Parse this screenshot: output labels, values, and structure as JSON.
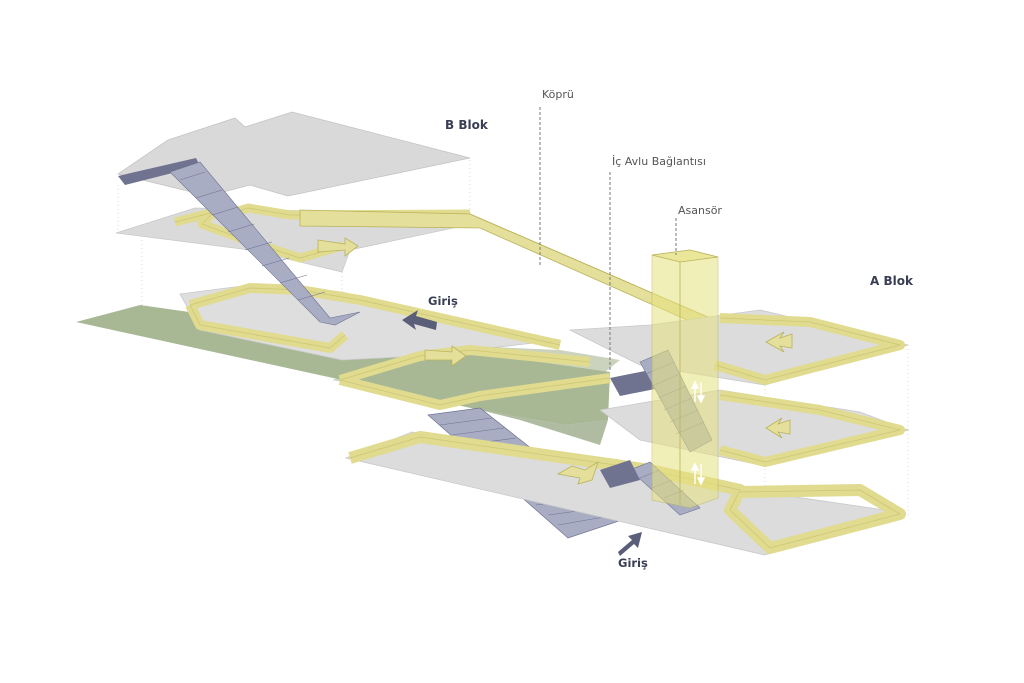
{
  "labels": {
    "b_blok": "B Blok",
    "a_blok": "A Blok",
    "kopru": "Köprü",
    "ic_avlu": "İç Avlu Bağlantısı",
    "asansor": "Asansör",
    "giris_upper": "Giriş",
    "giris_lower": "Giriş"
  },
  "icons": {
    "entrance": "entrance-arrow-icon",
    "elevator": "up-down-arrows-icon",
    "direction": "direction-arrow-icon"
  },
  "colors": {
    "slab": "#d9d9d9",
    "slab_top": "#e2e2e2",
    "path": "#e4df9a",
    "path_edge": "#b9b35a",
    "ground": "#9fb088",
    "stair": "#a9adc4",
    "stair_dark": "#6f7390",
    "elevator": "#e7e27f",
    "dashed": "#777777",
    "label_bold": "#3a3e55"
  }
}
